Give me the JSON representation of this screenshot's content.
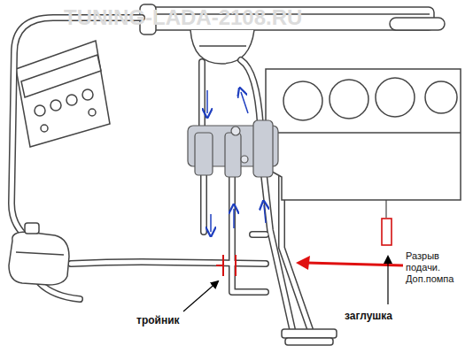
{
  "diagram": {
    "labels": [
      "TUNING-LADA-2108.RU",
      "Разрыв подачи. Доп.помпа",
      "тройник",
      "заглушка"
    ]
  }
}
